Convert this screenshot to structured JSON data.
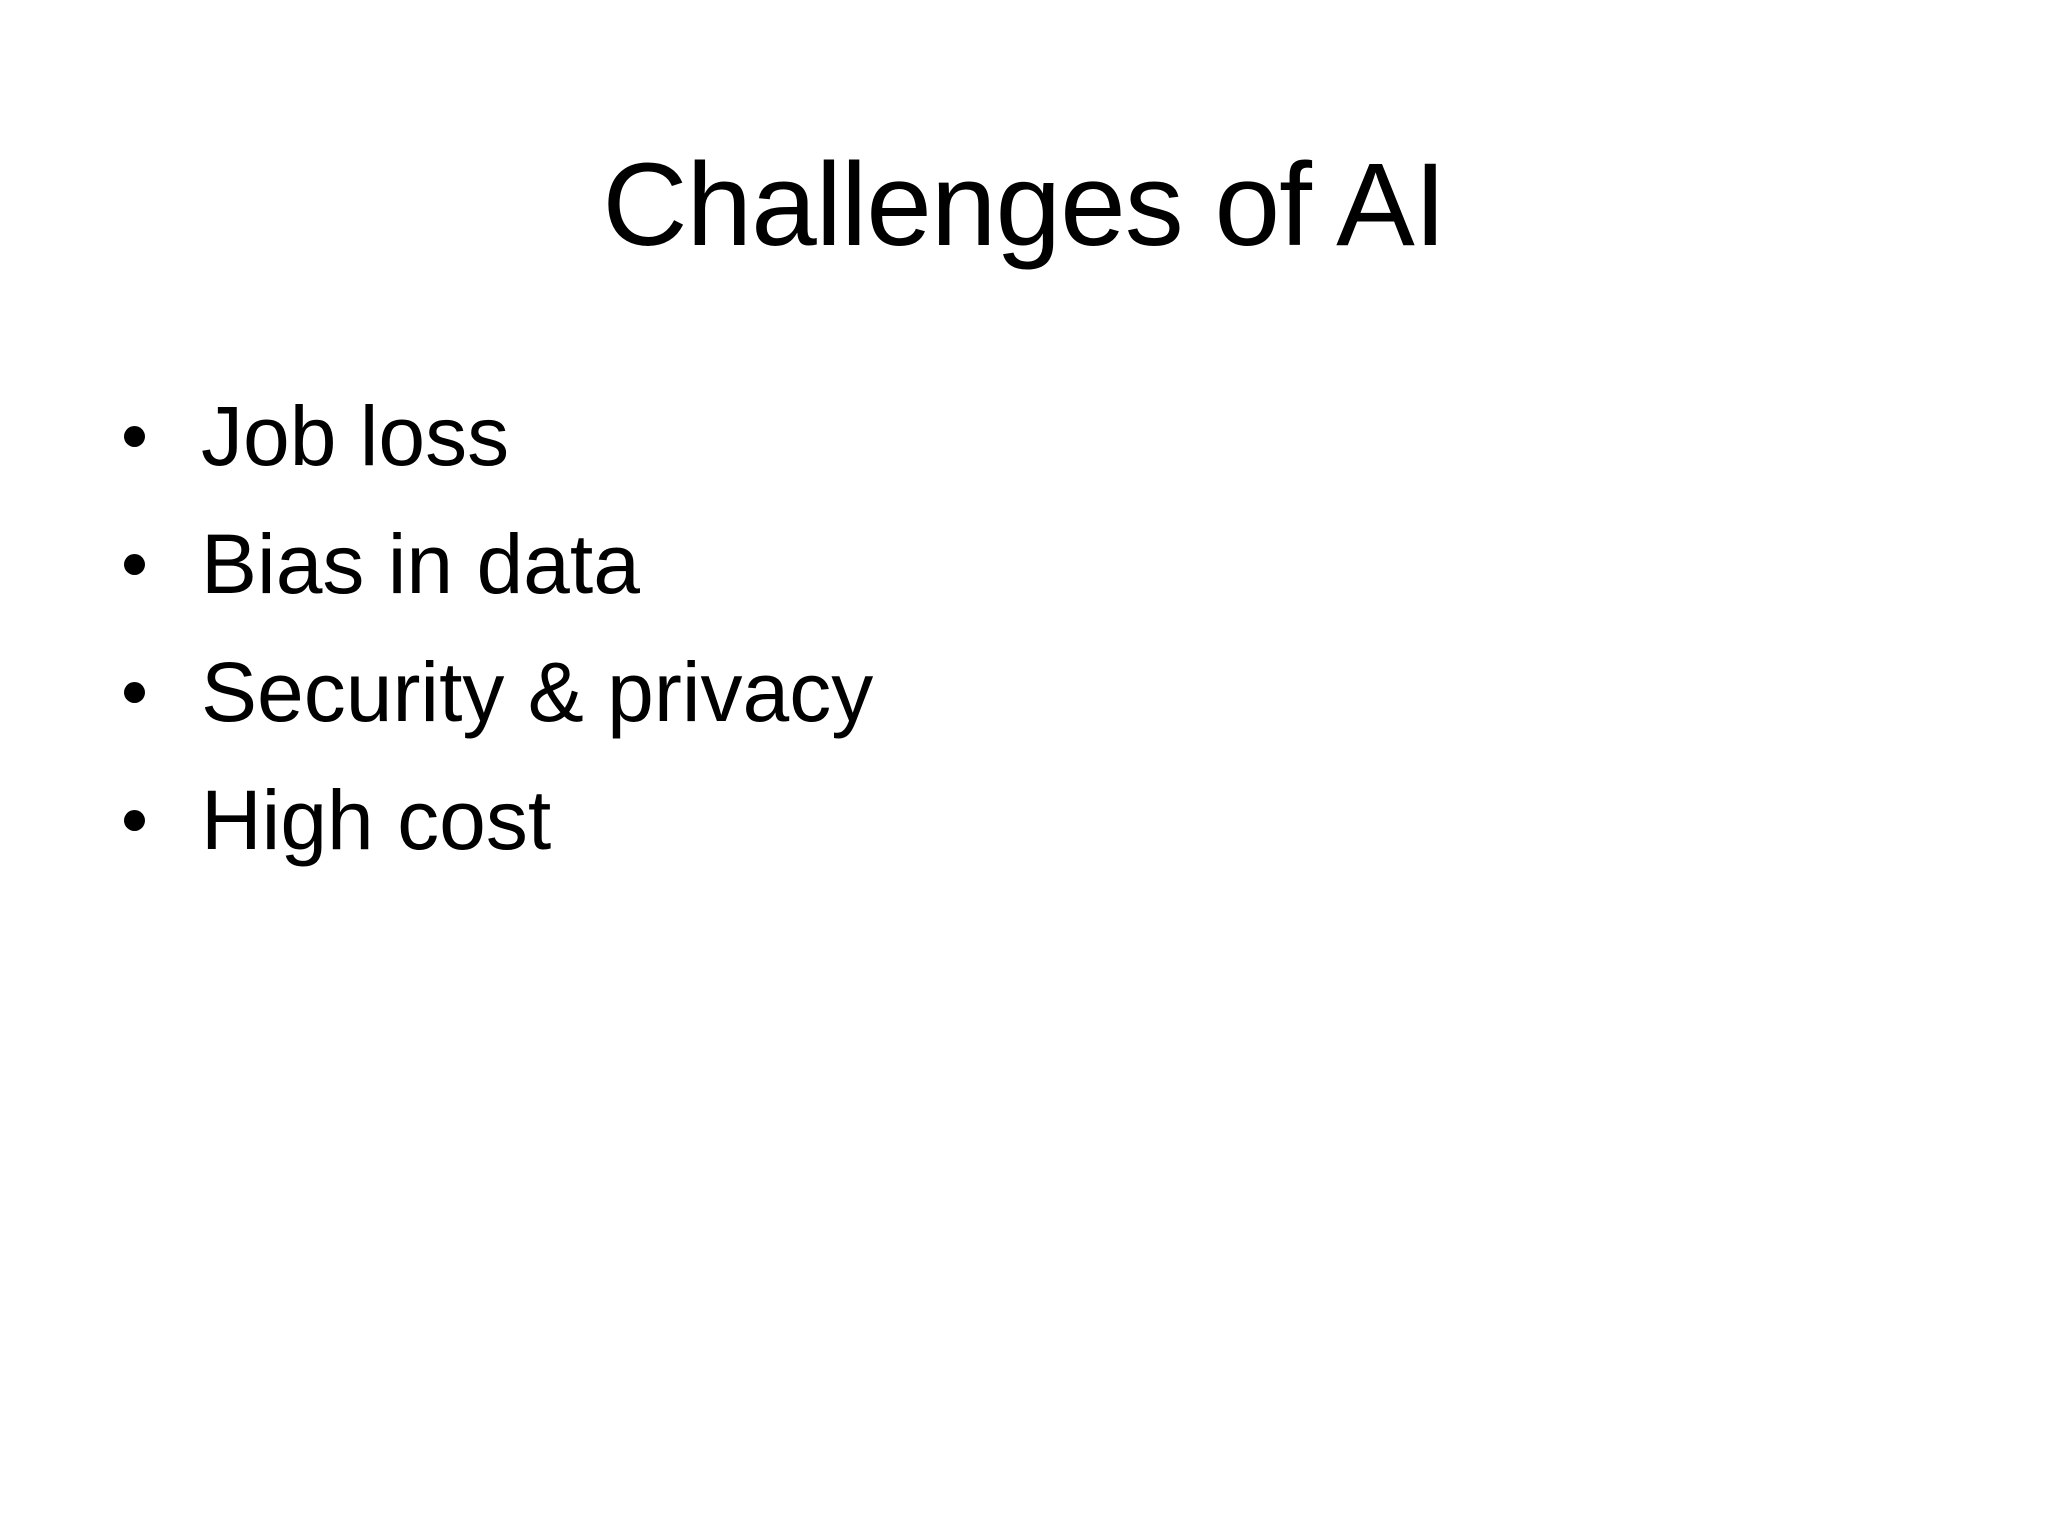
{
  "slide": {
    "title": "Challenges of AI",
    "bullets": [
      "Job loss",
      "Bias in data",
      "Security & privacy",
      "High cost"
    ]
  }
}
